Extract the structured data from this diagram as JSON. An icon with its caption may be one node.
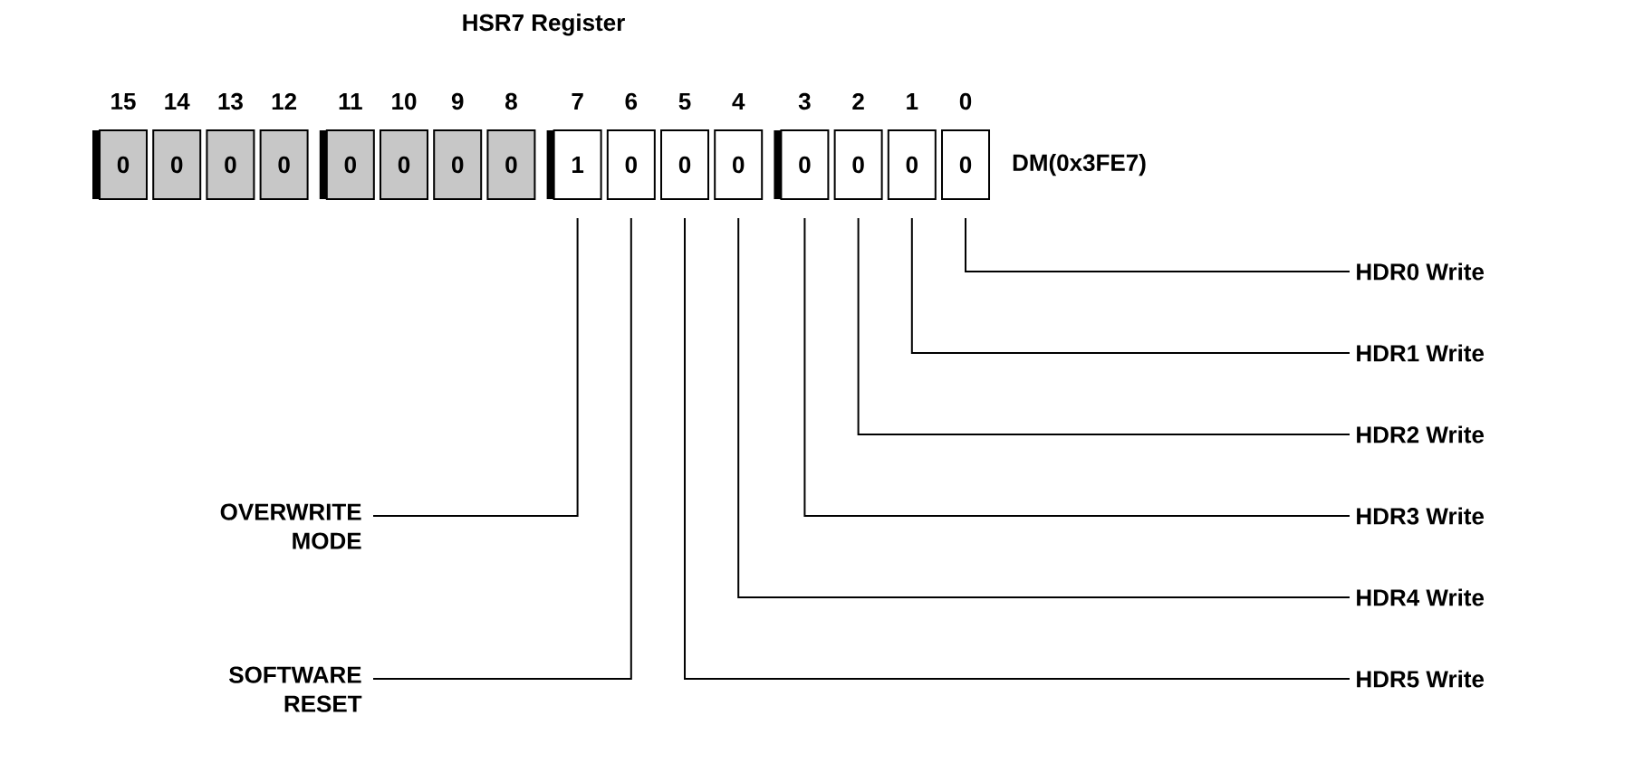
{
  "diagram": {
    "title": "HSR7 Register",
    "nodes": [
      {
        "text": [
          "0"
        ],
        "beside": [
          "15"
        ]
      },
      {
        "text": [
          "0"
        ],
        "beside": [
          "14"
        ]
      },
      {
        "text": [
          "0"
        ],
        "beside": [
          "13"
        ]
      },
      {
        "text": [
          "0"
        ],
        "beside": [
          "12"
        ]
      },
      {
        "text": [
          "0"
        ],
        "beside": [
          "11"
        ]
      },
      {
        "text": [
          "0"
        ],
        "beside": [
          "10"
        ]
      },
      {
        "text": [
          "0"
        ],
        "beside": [
          "9"
        ]
      },
      {
        "text": [
          "0"
        ],
        "beside": [
          "8"
        ]
      },
      {
        "text": [
          "1"
        ],
        "beside": [
          "7"
        ]
      },
      {
        "text": [
          "0"
        ],
        "beside": [
          "6"
        ]
      },
      {
        "text": [
          "0"
        ],
        "beside": [
          "5"
        ]
      },
      {
        "text": [
          "0"
        ],
        "beside": [
          "4"
        ]
      },
      {
        "text": [
          "0"
        ],
        "beside": [
          "3"
        ]
      },
      {
        "text": [
          "0"
        ],
        "beside": [
          "2"
        ]
      },
      {
        "text": [
          "0"
        ],
        "beside": [
          "1"
        ]
      },
      {
        "text": [
          "0"
        ],
        "beside": [
          "0"
        ]
      },
      {
        "text": [
          "HDR0 Write"
        ]
      },
      {
        "text": [
          "HDR1 Write"
        ]
      },
      {
        "text": [
          "HDR2 Write"
        ]
      },
      {
        "text": [
          "HDR3 Write"
        ]
      },
      {
        "text": [
          "HDR4 Write"
        ]
      },
      {
        "text": [
          "HDR5 Write"
        ]
      },
      {
        "text": [
          "OVERWRITE MODE"
        ]
      },
      {
        "text": [
          "SOFTWARE RESET"
        ]
      }
    ],
    "edges": [
      {
        "from": 16,
        "to": 15,
        "arrow": "none"
      },
      {
        "from": 17,
        "to": 14,
        "arrow": "none"
      },
      {
        "from": 18,
        "to": 13,
        "arrow": "none"
      },
      {
        "from": 19,
        "to": 12,
        "arrow": "none"
      },
      {
        "from": 20,
        "to": 11,
        "arrow": "none"
      },
      {
        "from": 21,
        "to": 10,
        "arrow": "none"
      },
      {
        "from": 22,
        "to": 8,
        "arrow": "none"
      },
      {
        "from": 23,
        "to": 9,
        "arrow": "none"
      }
    ],
    "labels": [
      "DM(0x3FE7)"
    ]
  }
}
